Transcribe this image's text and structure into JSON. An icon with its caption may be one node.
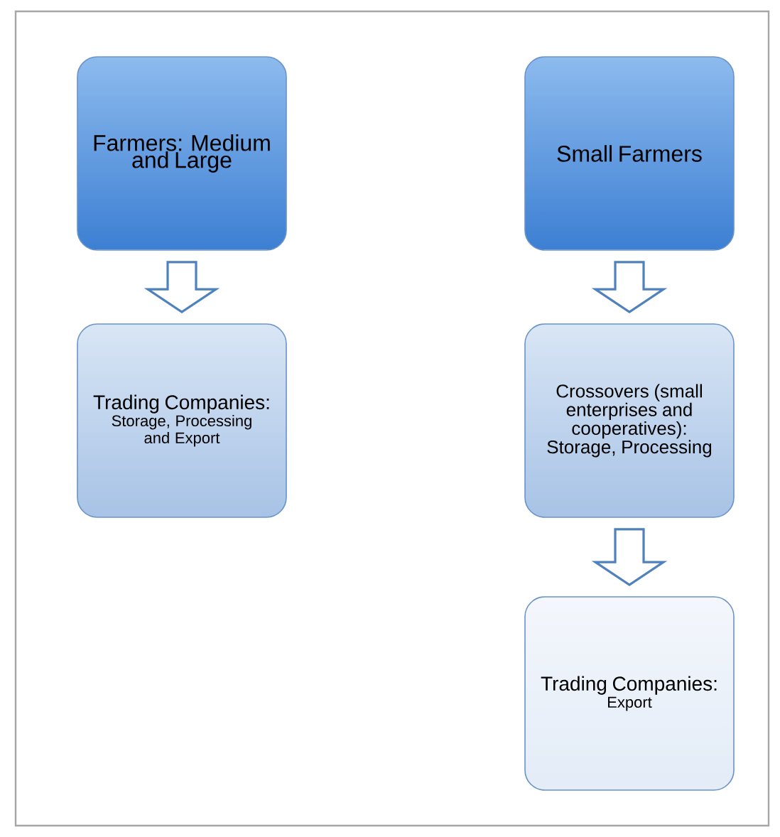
{
  "diagram": {
    "nodes": [
      {
        "text": [
          "Farmers: Medium and Large"
        ]
      },
      {
        "text": [
          "Trading Companies:",
          "Storage, Processing and Export"
        ]
      },
      {
        "text": [
          "Small Farmers"
        ]
      },
      {
        "text": [
          "Crossovers (small enterprises and cooperatives): Storage, Processing"
        ]
      },
      {
        "text": [
          "Trading Companies:",
          "Export"
        ]
      }
    ],
    "edges": [
      {
        "from": 0,
        "to": 1,
        "arrow": "to"
      },
      {
        "from": 2,
        "to": 3,
        "arrow": "to"
      },
      {
        "from": 3,
        "to": 4,
        "arrow": "to"
      }
    ]
  }
}
